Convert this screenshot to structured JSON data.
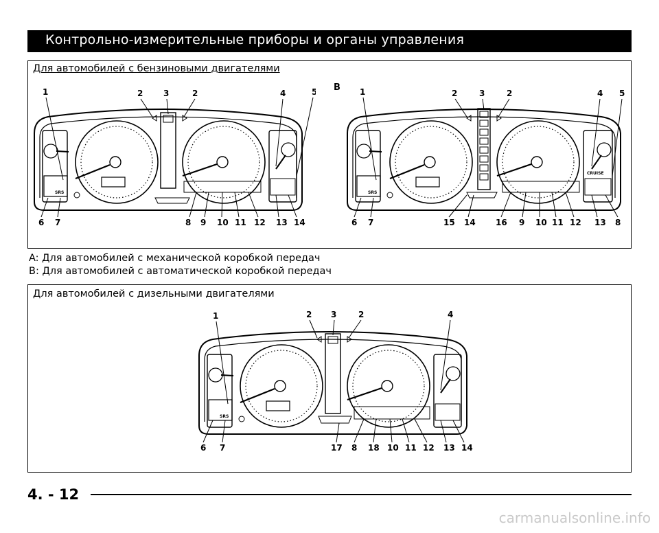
{
  "header": {
    "title": "Контрольно-измерительные приборы и органы управления"
  },
  "petrol": {
    "caption": "Для автомобилей с бензиновыми двигателями",
    "variant_b": "B",
    "a_top_labels": [
      "1",
      "2",
      "3",
      "2",
      "4",
      "5"
    ],
    "a_bottom_labels": [
      "6",
      "7",
      "8",
      "9",
      "10",
      "11",
      "12",
      "13",
      "14"
    ],
    "b_top_labels": [
      "1",
      "2",
      "3",
      "2",
      "4",
      "5"
    ],
    "b_bottom_labels": [
      "6",
      "7",
      "15",
      "14",
      "16",
      "9",
      "10",
      "11",
      "12",
      "13",
      "8"
    ]
  },
  "notes": {
    "a": "A: Для автомобилей с механической коробкой передач",
    "b": "B: Для автомобилей с автоматической коробкой передач"
  },
  "diesel": {
    "caption": "Для автомобилей с дизельными двигателями",
    "top_labels": [
      "1",
      "2",
      "3",
      "2",
      "4"
    ],
    "bottom_labels": [
      "6",
      "7",
      "17",
      "8",
      "18",
      "10",
      "11",
      "12",
      "13",
      "14"
    ]
  },
  "cluster_text": {
    "srs": "SRS",
    "cruise": "CRUISE"
  },
  "page_number": "4. - 12",
  "watermark": "carmanualsonline.info"
}
